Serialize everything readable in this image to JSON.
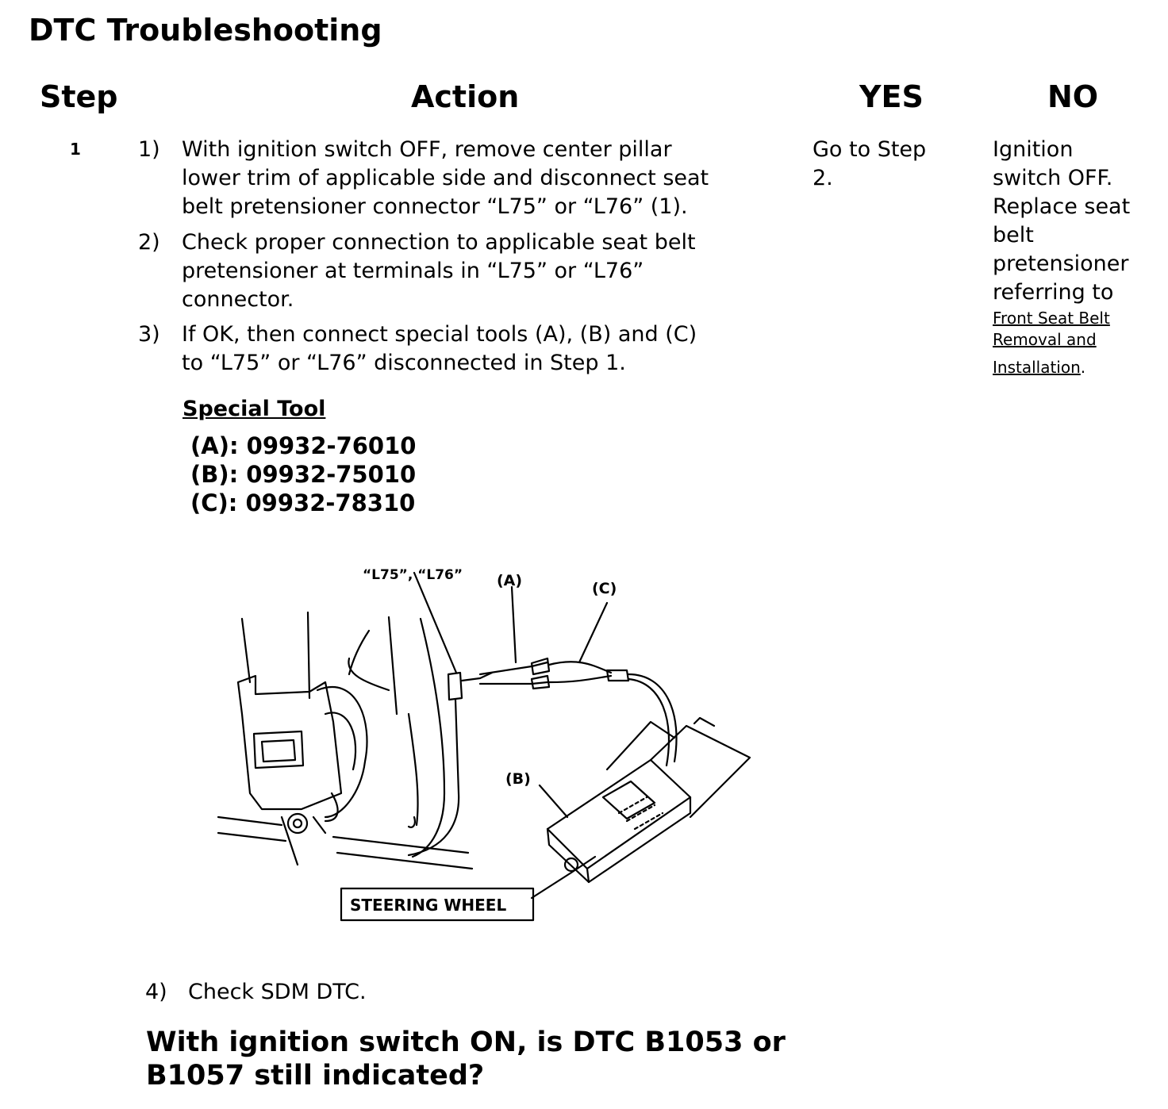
{
  "title": "DTC Troubleshooting",
  "headers": {
    "step": "Step",
    "action": "Action",
    "yes": "YES",
    "no": "NO"
  },
  "step_number": "1",
  "actions": [
    {
      "num": "1)",
      "lines": [
        "With ignition switch OFF, remove center pillar",
        "lower trim of applicable side and disconnect seat",
        "belt pretensioner connector “L75” or “L76” (1)."
      ]
    },
    {
      "num": "2)",
      "lines": [
        "Check proper connection to applicable seat belt",
        "pretensioner at terminals in “L75” or “L76”",
        "connector."
      ]
    },
    {
      "num": "3)",
      "lines": [
        "If OK, then connect special tools (A), (B) and (C)",
        "to “L75” or “L76” disconnected in Step 1."
      ]
    }
  ],
  "special_tool": {
    "heading": "Special Tool",
    "items": [
      "(A): 09932-76010",
      "(B): 09932-75010",
      "(C): 09932-78310"
    ]
  },
  "figure_labels": {
    "connector": "“L75”, “L76”",
    "a": "(A)",
    "c": "(C)",
    "b": "(B)",
    "steering": "STEERING WHEEL"
  },
  "step4": {
    "num": "4)",
    "text": "Check SDM DTC."
  },
  "question": [
    "With ignition switch ON, is DTC B1053 or",
    "B1057 still indicated?"
  ],
  "yes": [
    "Go to Step",
    "2."
  ],
  "no": {
    "lines": [
      "Ignition",
      "switch OFF.",
      "Replace seat",
      "belt",
      "pretensioner",
      "referring to"
    ],
    "link_lines": [
      "Front Seat Belt",
      "Removal and",
      "Installation"
    ],
    "suffix": "."
  }
}
